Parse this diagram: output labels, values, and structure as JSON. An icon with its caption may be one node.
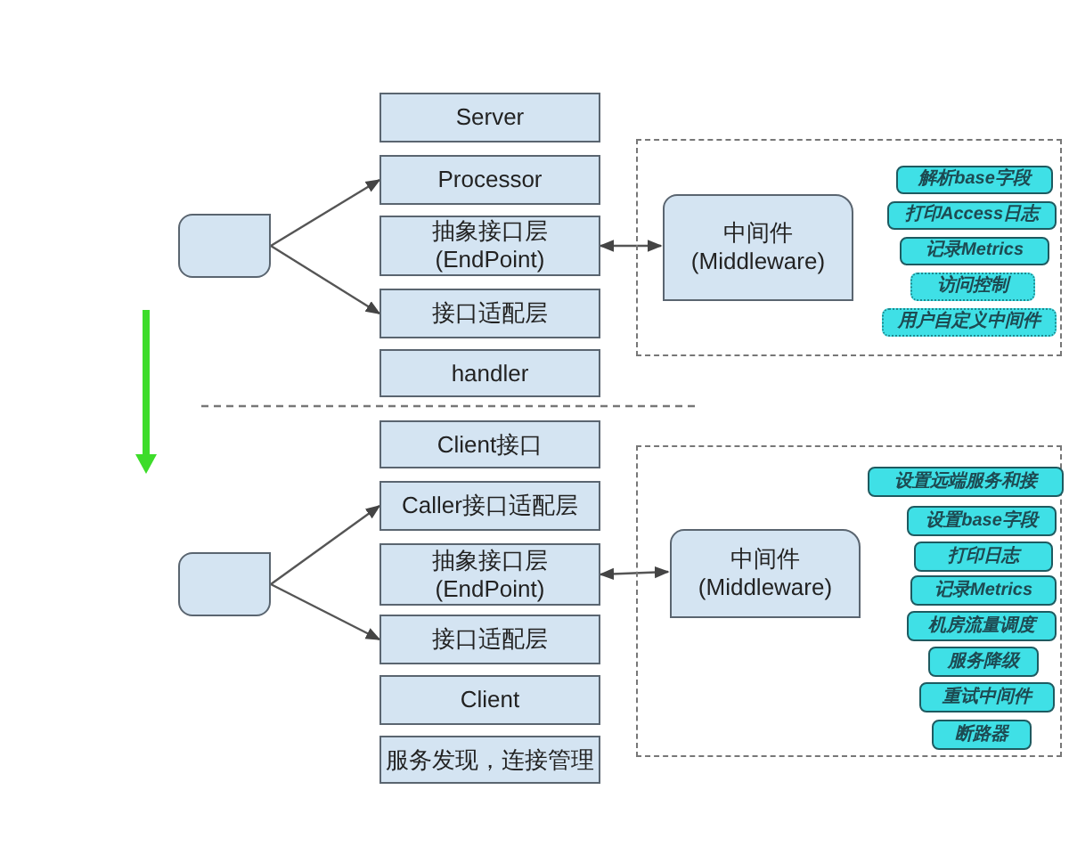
{
  "diagram": {
    "nodes": [
      {
        "text": [],
        "shape": "box"
      },
      {
        "text": [
          "Server"
        ]
      },
      {
        "text": [
          "Processor"
        ]
      },
      {
        "text": [
          "抽象接口层 (EndPoint)"
        ]
      },
      {
        "text": [
          "接口适配层"
        ]
      },
      {
        "text": [
          "handler"
        ]
      },
      {
        "text": [],
        "shape": "box"
      },
      {
        "text": [
          "中间件 (Middleware)"
        ],
        "in": 6
      },
      {
        "text": [
          "解析base字段"
        ],
        "in": 6
      },
      {
        "text": [
          "打印Access日志"
        ],
        "in": 6
      },
      {
        "text": [
          "记录Metrics"
        ],
        "in": 6
      },
      {
        "text": [
          "访问控制"
        ],
        "in": 6
      },
      {
        "text": [
          "用户自定义中间件"
        ],
        "in": 6
      },
      {
        "text": [],
        "shape": "box"
      },
      {
        "text": [
          "Client接口"
        ]
      },
      {
        "text": [
          "Caller接口适配层"
        ]
      },
      {
        "text": [
          "抽象接口层 (EndPoint)"
        ]
      },
      {
        "text": [
          "接口适配层"
        ]
      },
      {
        "text": [
          "Client"
        ]
      },
      {
        "text": [
          "服务发现，连接管理"
        ]
      },
      {
        "text": [],
        "shape": "box"
      },
      {
        "text": [
          "中间件 (Middleware)"
        ],
        "in": 20
      },
      {
        "text": [
          "设置远端服务和接"
        ],
        "in": 20
      },
      {
        "text": [
          "设置base字段"
        ],
        "in": 20
      },
      {
        "text": [
          "打印日志"
        ],
        "in": 20
      },
      {
        "text": [
          "记录Metrics"
        ],
        "in": 20
      },
      {
        "text": [
          "机房流量调度"
        ],
        "in": 20
      },
      {
        "text": [
          "服务降级"
        ],
        "in": 20
      },
      {
        "text": [
          "重试中间件"
        ],
        "in": 20
      },
      {
        "text": [
          "断路器"
        ],
        "in": 20
      }
    ],
    "edges": [
      {
        "from": 0,
        "to": 2,
        "arrow": "to"
      },
      {
        "from": 0,
        "to": 4,
        "arrow": "to"
      },
      {
        "from": 3,
        "to": 7,
        "arrow": "both"
      },
      {
        "from": 13,
        "to": 15,
        "arrow": "to"
      },
      {
        "from": 13,
        "to": 17,
        "arrow": "to"
      },
      {
        "from": 16,
        "to": 21,
        "arrow": "both"
      }
    ]
  }
}
